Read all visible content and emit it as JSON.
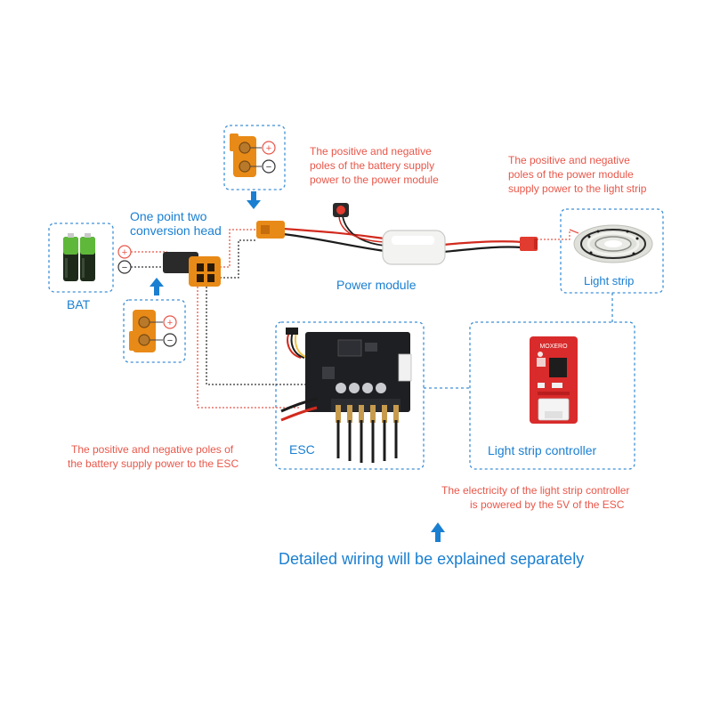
{
  "labels": {
    "bat": "BAT",
    "conversion_line1": "One point two",
    "conversion_line2": "conversion head",
    "power_module": "Power module",
    "light_strip": "Light strip",
    "esc": "ESC",
    "light_strip_controller": "Light strip controller",
    "controller_brand": "MOXERO"
  },
  "notes": {
    "battery_to_power_module": [
      "The positive and negative",
      "poles of the battery supply",
      "power to the power module"
    ],
    "power_module_to_strip": [
      "The positive and negative",
      "poles of the power module",
      "supply power to the light strip"
    ],
    "battery_to_esc": [
      "The positive and negative poles of",
      "the battery supply power to the ESC"
    ],
    "controller_power": [
      "The electricity of the light strip controller",
      "is powered by the 5V of the ESC"
    ]
  },
  "footer": "Detailed wiring will be explained separately",
  "symbols": {
    "positive": "+",
    "negative": "−"
  },
  "colors": {
    "accent_blue": "#1a7fd1",
    "note_red": "#e8574a",
    "connector_orange": "#e88a17",
    "battery_green": "#5fb83a",
    "controller_red": "#d92b2b",
    "wire_red": "#d22a1e",
    "wire_black": "#1c1c1c"
  }
}
